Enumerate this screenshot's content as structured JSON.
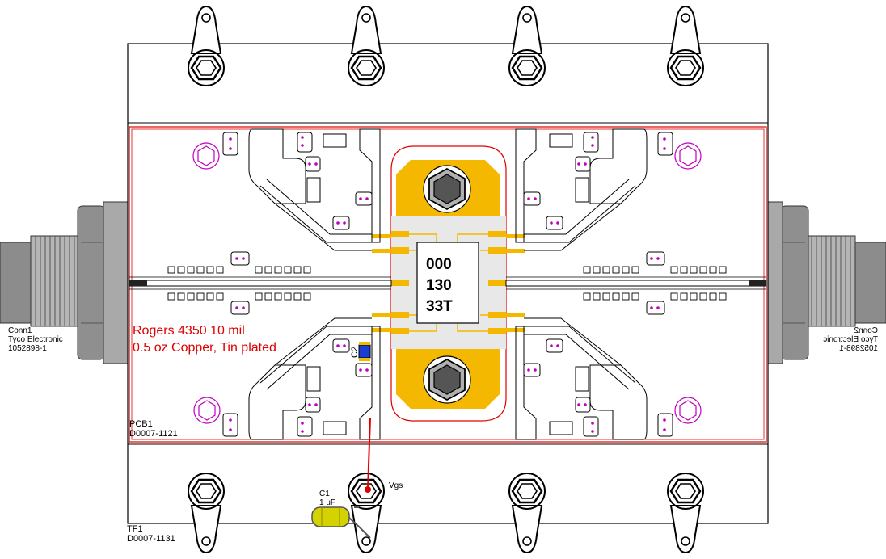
{
  "board": {
    "note_line1": "Rogers 4350 10 mil",
    "note_line2": "0.5 oz Copper, Tin plated",
    "pcb_ref": "PCB1",
    "pcb_part": "D0007-1121",
    "fixture_ref": "TF1",
    "fixture_part": "D0007-1131"
  },
  "chip": {
    "line1": "000",
    "line2": "130",
    "line3": "33T"
  },
  "conn1": {
    "ref": "Conn1",
    "maker": "Tyco Electronic",
    "part": "1052898-1"
  },
  "conn2": {
    "ref": "Conn2",
    "maker": "Tyco Electronic",
    "part": "1052898-1"
  },
  "c1": {
    "ref": "C1",
    "value": "1 uF"
  },
  "c2": {
    "ref": "C2"
  },
  "vgs": {
    "label": "Vgs"
  },
  "colors": {
    "copper": "#f5b800",
    "outline": "#e00000",
    "pad": "#c000c0",
    "gray": "#a9a9a9"
  }
}
